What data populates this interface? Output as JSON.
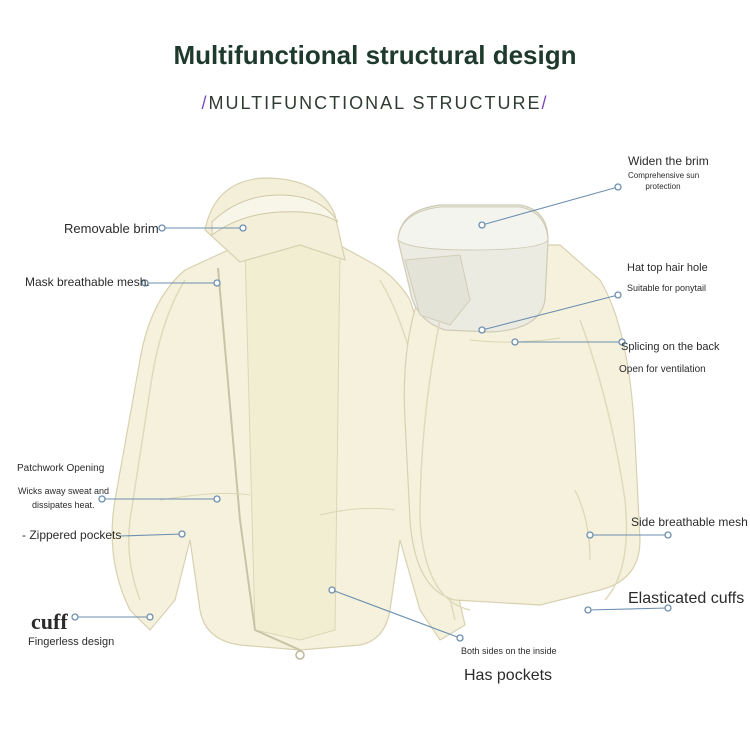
{
  "header": {
    "title": "Multifunctional structural design",
    "subtitle_slash_left": "/",
    "subtitle": "MULTIFUNCTIONAL STRUCTURE",
    "subtitle_slash_right": "/"
  },
  "callouts": {
    "removable_brim": "Removable brim",
    "mask_mesh": "Mask breathable mesh.",
    "patchwork_opening": "Patchwork Opening",
    "wicks_line1": "Wicks away sweat and",
    "wicks_line2": "dissipates heat.",
    "zippered_pockets": "- Zippered pockets",
    "cuff": "cuff",
    "fingerless": "Fingerless design",
    "widen_brim": "Widen the brim",
    "sun_line1": "Comprehensive sun",
    "sun_line2": "protection",
    "hat_hole": "Hat top hair hole",
    "ponytail": "Suitable for ponytail",
    "splicing": "Splicing on the back",
    "ventilation": "Open for ventilation",
    "side_mesh": "Side breathable mesh",
    "elastic_cuffs": "Elasticated cuffs",
    "both_sides": "Both sides on the inside",
    "has_pockets": "Has pockets"
  },
  "colors": {
    "title": "#1e3a2c",
    "accent_slash": "#7a46b8",
    "jacket": "#f5f1dc",
    "jacket_shadow": "#e6e0c4",
    "leader_line": "#6d8fb0"
  }
}
